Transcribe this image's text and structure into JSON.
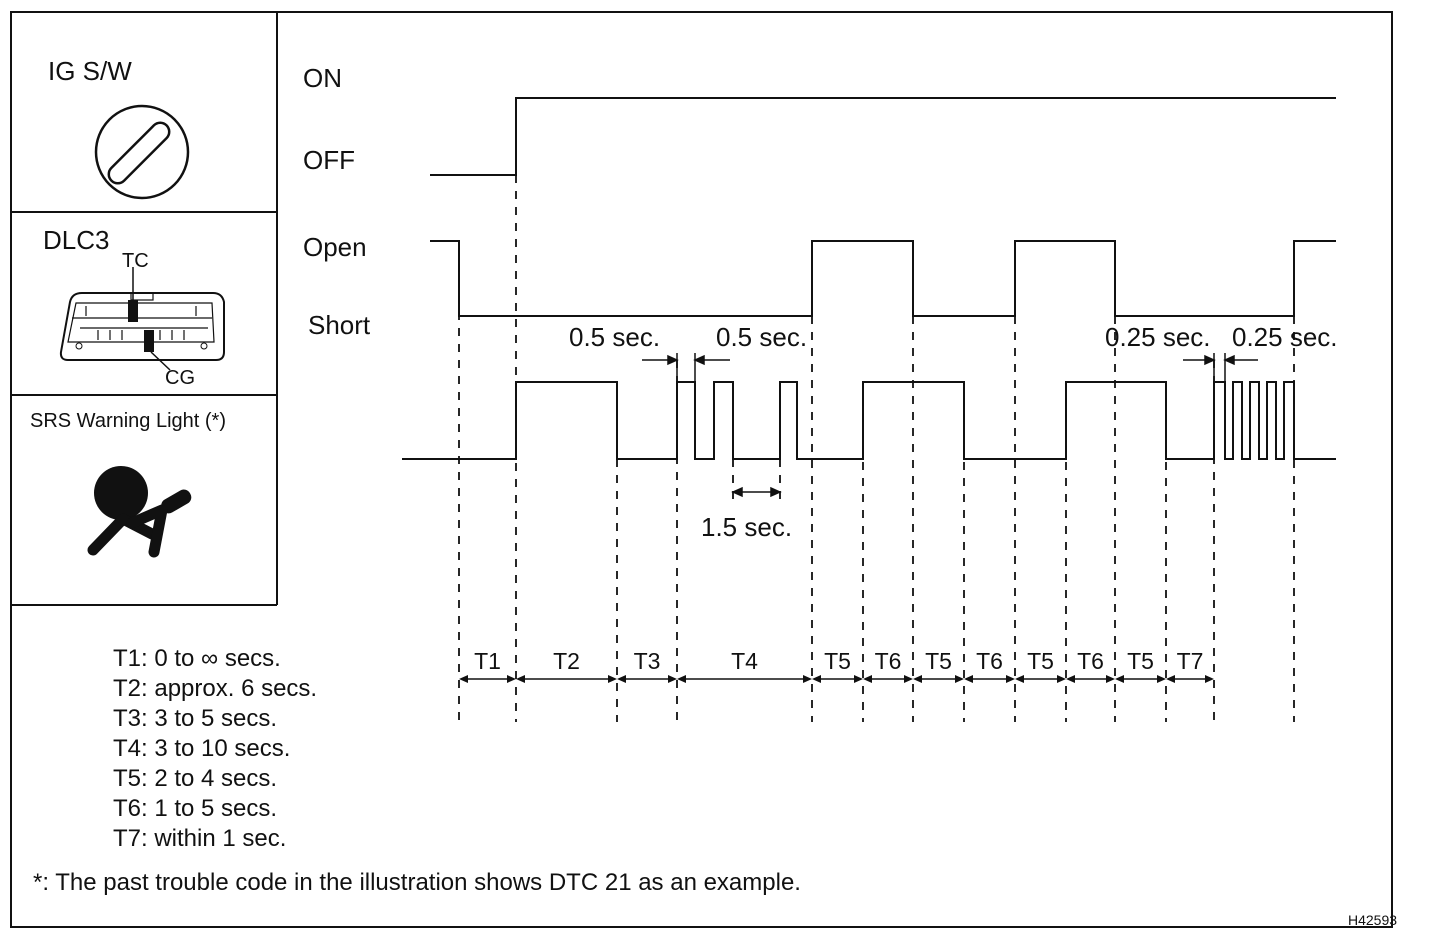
{
  "panels": {
    "ig_sw": "IG S/W",
    "dlc3": "DLC3",
    "tc": "TC",
    "cg": "CG",
    "srs": "SRS Warning Light (*)"
  },
  "levels": {
    "on": "ON",
    "off": "OFF",
    "open": "Open",
    "short": "Short"
  },
  "timing_notes": {
    "pulse_a": "0.5 sec.",
    "pulse_b": "0.5 sec.",
    "gap": "1.5 sec.",
    "fast_a": "0.25 sec.",
    "fast_b": "0.25 sec."
  },
  "intervals": [
    "T1",
    "T2",
    "T3",
    "T4",
    "T5",
    "T6",
    "T5",
    "T6",
    "T5",
    "T6",
    "T5",
    "T7"
  ],
  "legend": [
    "T1: 0 to ∞ secs.",
    "T2: approx. 6 secs.",
    "T3: 3 to 5 secs.",
    "T4: 3 to 10 secs.",
    "T5: 2 to 4 secs.",
    "T6: 1 to 5 secs.",
    "T7: within 1 sec."
  ],
  "footnote": "*: The past trouble code in the illustration shows DTC 21 as an example.",
  "figure_id": "H42593"
}
